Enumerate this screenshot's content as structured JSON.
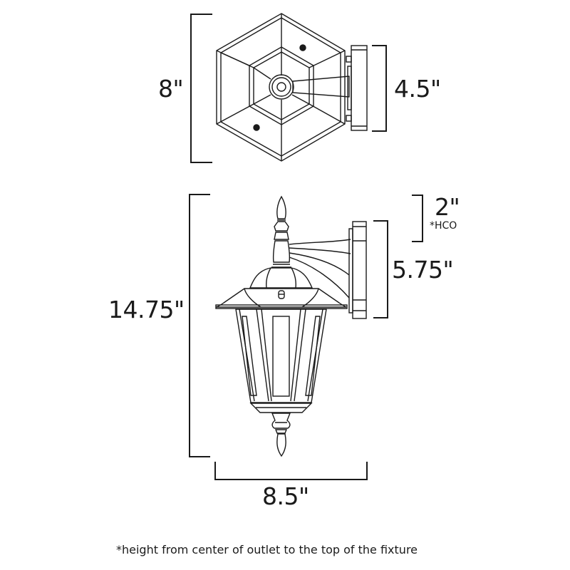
{
  "diagram": {
    "subject": "outdoor wall lantern dimension drawing",
    "top_view": {
      "height_label": "8\"",
      "backplate_label": "4.5\""
    },
    "front_view": {
      "overall_height_label": "14.75\"",
      "hco_label": "2\"",
      "hco_note_marker": "*HCO",
      "backplate_height_label": "5.75\"",
      "width_label": "8.5\""
    },
    "footnote": "*height from center of outlet to the top of the fixture",
    "colors": {
      "line": "#1a1a1a",
      "background": "#ffffff"
    }
  }
}
